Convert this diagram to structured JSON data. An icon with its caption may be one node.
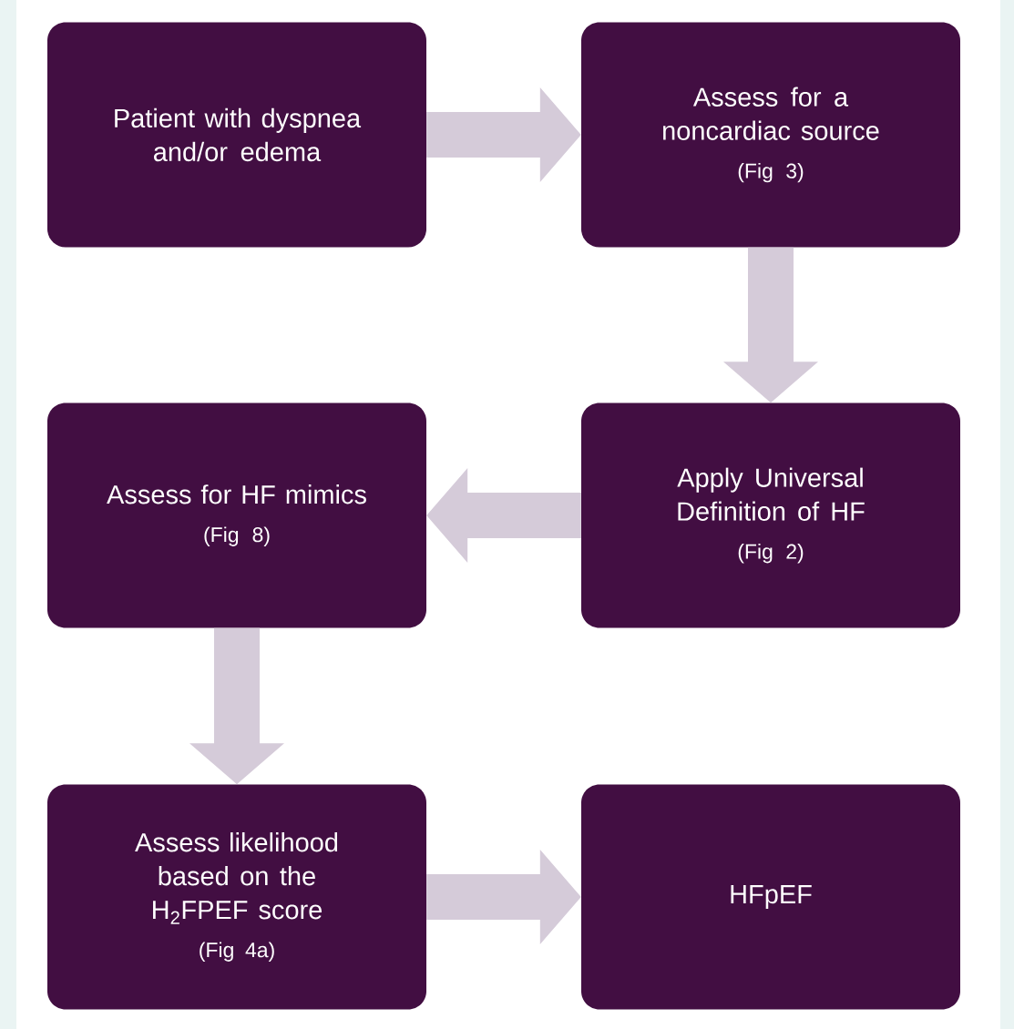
{
  "diagram": {
    "nodes": [
      {
        "text": [
          "Patient with dyspnea and/or edema"
        ]
      },
      {
        "text": [
          "Assess for a noncardiac source",
          "(Fig 3)"
        ]
      },
      {
        "text": [
          "Apply Universal Definition of HF",
          "(Fig 2)"
        ]
      },
      {
        "text": [
          "Assess for HF mimics",
          "(Fig 8)"
        ]
      },
      {
        "text": [
          "Assess likelihood based on the H$_{2}$FPEF score",
          "(Fig 4a)"
        ]
      },
      {
        "text": [
          "HFpEF"
        ]
      }
    ],
    "edges": [
      {
        "from": 0,
        "to": 1,
        "arrow": "to"
      },
      {
        "from": 1,
        "to": 2,
        "arrow": "to"
      },
      {
        "from": 2,
        "to": 3,
        "arrow": "to"
      },
      {
        "from": 3,
        "to": 4,
        "arrow": "to"
      },
      {
        "from": 4,
        "to": 5,
        "arrow": "to"
      }
    ]
  }
}
